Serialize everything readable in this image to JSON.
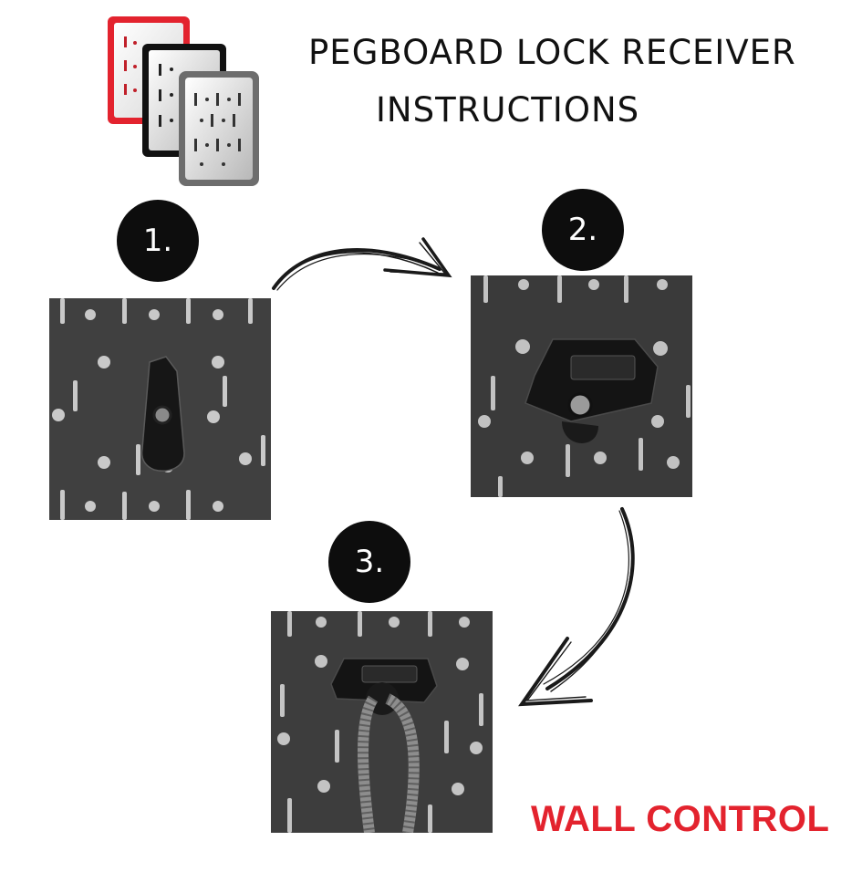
{
  "header": {
    "title_line1": "PEGBOARD LOCK RECEIVER",
    "title_line2": "INSTRUCTIONS"
  },
  "steps": [
    {
      "label": "1."
    },
    {
      "label": "2."
    },
    {
      "label": "3."
    }
  ],
  "brand": {
    "name": "WALL CONTROL",
    "color": "#e3232e"
  },
  "icons": {
    "logo": "stacked-pegboard-panels-logo",
    "arrows": "hand-drawn-curved-arrow"
  }
}
